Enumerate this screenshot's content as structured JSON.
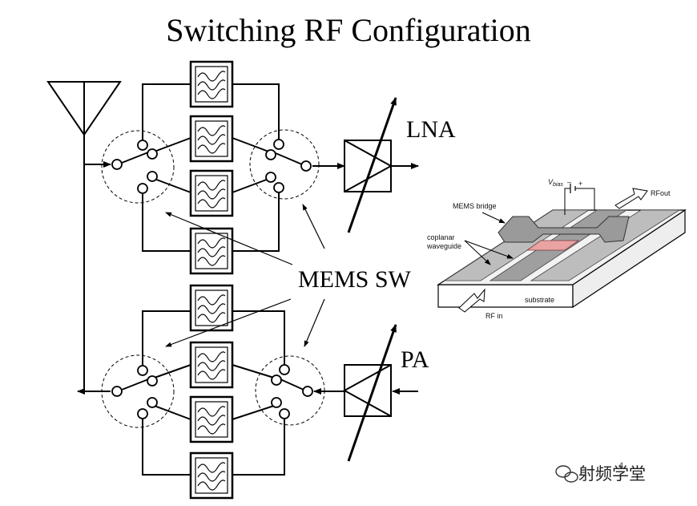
{
  "title": "Switching RF Configuration",
  "labels": {
    "lna": "LNA",
    "pa": "PA",
    "mems_sw": "MEMS SW"
  },
  "inset": {
    "vbias": "V",
    "vbias_sub": "bias",
    "plus": "+",
    "minus": "–",
    "mems_bridge": "MEMS bridge",
    "coplanar": "coplanar",
    "waveguide": "waveguide",
    "substrate": "substrate",
    "rf_in": "RF in",
    "rf_out": "RFout"
  },
  "page_number": "4",
  "watermark": "射频学堂",
  "colors": {
    "line": "#000000",
    "bridge": "#9a9a9a",
    "pad": "#e9a3a3",
    "substrate": "#d9d9d9"
  }
}
